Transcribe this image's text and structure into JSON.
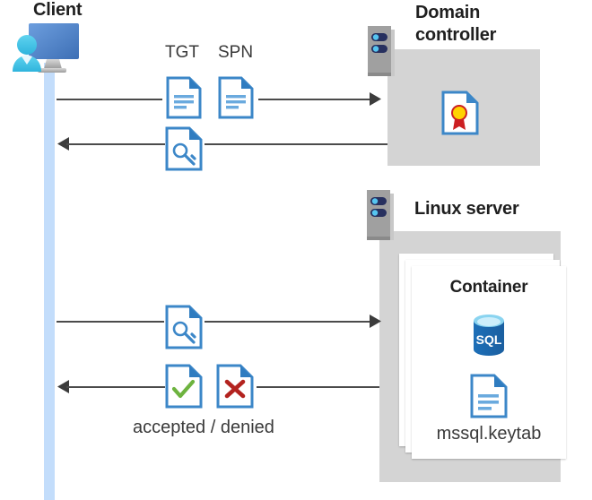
{
  "diagram": {
    "title_client": "Client",
    "title_domain_controller_line1": "Domain",
    "title_domain_controller_line2": "controller",
    "title_linux_server": "Linux server",
    "title_container": "Container",
    "label_tgt": "TGT",
    "label_spn": "SPN",
    "label_keytab": "mssql.keytab",
    "label_result": "accepted / denied"
  },
  "icons": {
    "client": "user-monitor-icon",
    "server": "server-rack-icon",
    "certificate": "certificate-document-icon",
    "key": "key-document-icon",
    "document": "text-document-icon",
    "accepted": "check-document-icon",
    "denied": "cross-document-icon",
    "database": "sql-database-icon"
  },
  "icon_text": {
    "sql": "SQL"
  },
  "colors": {
    "lifeline": "#c3ddfb",
    "panel_gray": "#d4d4d4",
    "server_gray": "#9e9e9e",
    "server_bar": "#27305f",
    "server_dot": "#56c5f0",
    "doc_blue": "#3c87c8",
    "doc_fold": "#2f7cc0",
    "arrow": "#4b4b4b",
    "check_green": "#6db33f",
    "cross_red": "#b3231f",
    "badge_yellow": "#ffd200",
    "badge_red": "#cc1f22",
    "sql_blue": "#1f6cb0",
    "sql_top": "#59c4ee",
    "text_dark": "#1f1f1f",
    "monitor_blue": "#5b8dd0",
    "person_cyan": "#41c4e8"
  },
  "arrows": [
    {
      "name": "client-to-dc-request",
      "direction": "right"
    },
    {
      "name": "dc-to-client-ticket",
      "direction": "left"
    },
    {
      "name": "client-to-linux-request",
      "direction": "right"
    },
    {
      "name": "linux-to-client-response",
      "direction": "left"
    }
  ]
}
